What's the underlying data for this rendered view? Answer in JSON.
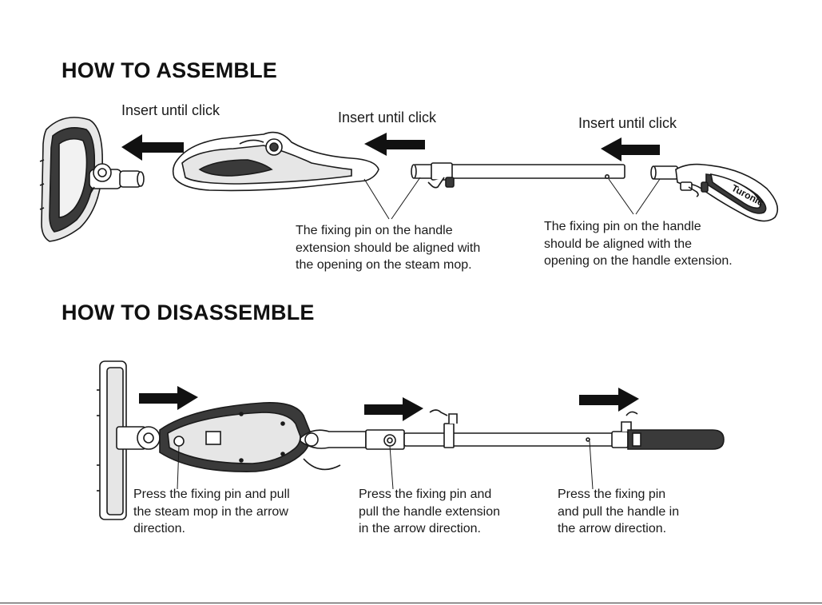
{
  "assemble": {
    "heading": "HOW TO ASSEMBLE",
    "step_labels": [
      "Insert until click",
      "Insert until click",
      "Insert until click"
    ],
    "notes": [
      "The fixing pin on the handle\nextension should be aligned with\nthe opening on the steam mop.",
      "The fixing pin on the handle\nshould be aligned with the\nopening on the handle extension."
    ],
    "brand_on_handle": "Turonic"
  },
  "disassemble": {
    "heading": "HOW TO DISASSEMBLE",
    "notes": [
      "Press the fixing pin and pull\nthe steam mop in the arrow\ndirection.",
      "Press the fixing pin and\npull the handle extension\nin the arrow direction.",
      "Press the fixing pin\nand pull the handle in\nthe arrow direction."
    ]
  },
  "icons": {
    "arrow_left": "arrow-left-icon",
    "arrow_right": "arrow-right-icon"
  },
  "colors": {
    "ink": "#1a1a1a",
    "arrow": "#111111",
    "part_fill": "#e6e6e6",
    "part_dark": "#3a3a3a"
  }
}
